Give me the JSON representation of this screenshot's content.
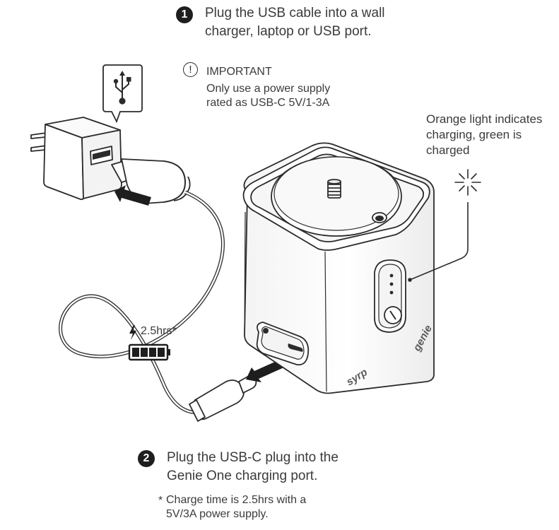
{
  "step1": {
    "number": "1",
    "text": "Plug the USB cable into a wall\ncharger, laptop or USB port."
  },
  "important": {
    "icon": "exclamation-circle-icon",
    "mark": "!",
    "title": "IMPORTANT",
    "text": "Only use a power supply\nrated as USB-C 5V/1-3A"
  },
  "light_note": {
    "text": "Orange light indicates\ncharging, green is\ncharged"
  },
  "charge_time": {
    "icon": "lightning-bolt-icon",
    "label": "2.5hrs*"
  },
  "step2": {
    "number": "2",
    "text": "Plug the USB-C plug into the\nGenie One charging port."
  },
  "footnote": {
    "mark": "*",
    "text": "Charge time is 2.5hrs with a\n5V/3A power supply."
  },
  "device": {
    "brand_side": "genie",
    "brand_front": "syrp"
  },
  "icons": {
    "usb": "usb-symbol-icon",
    "battery": "battery-full-icon",
    "led": "light-burst-icon",
    "arrow": "insert-arrow-icon"
  },
  "colors": {
    "line": "#2b2b2b",
    "badge": "#1e1e1e",
    "text": "#3b3b3b"
  }
}
